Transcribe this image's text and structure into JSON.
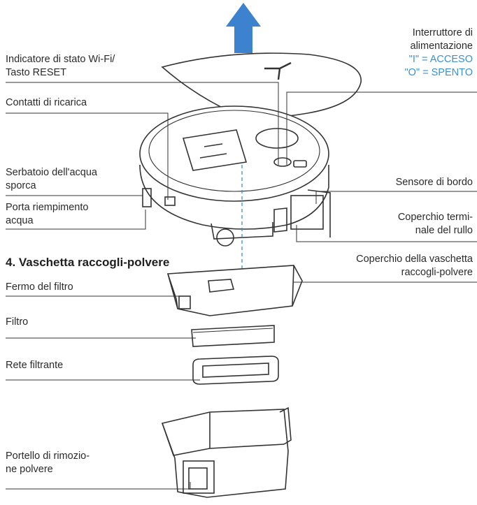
{
  "labels": {
    "wifi_line1": "Indicatore di stato Wi-Fi/",
    "wifi_line2": "Tasto RESET",
    "power_line1": "Interruttore di",
    "power_line2": "alimentazione",
    "power_on": "\"I\" = ACCESO",
    "power_off": "\"O\" = SPENTO",
    "charge": "Contatti di ricarica",
    "dirty_line1": "Serbatoio dell'acqua",
    "dirty_line2": "sporca",
    "fill_line1": "Porta riempimento",
    "fill_line2": "acqua",
    "edge": "Sensore di bordo",
    "roller_line1": "Coperchio termi-",
    "roller_line2": "nale del rullo",
    "section_title": "4. Vaschetta raccogli-polvere",
    "dustcover_line1": "Coperchio della vaschetta",
    "dustcover_line2": "raccogli-polvere",
    "filter_latch": "Fermo del filtro",
    "filter": "Filtro",
    "filter_net": "Rete filtrante",
    "dust_door_line1": "Portello di rimozio-",
    "dust_door_line2": "ne polvere"
  },
  "colors": {
    "accent_blue": "#3b8fd4",
    "arrow_blue": "#3d82cf",
    "line": "#333333"
  }
}
